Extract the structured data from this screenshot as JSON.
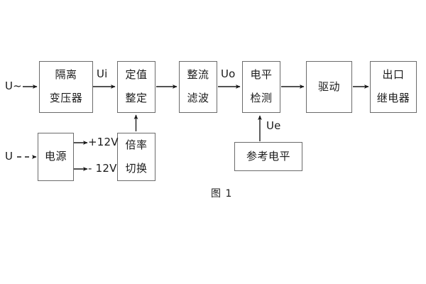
{
  "figure": {
    "caption": "图 1",
    "stroke_color": "#6b6b6b",
    "text_color": "#1a1a1a",
    "background": "#ffffff"
  },
  "blocks": [
    {
      "id": "isolation-transformer",
      "lines": [
        "隔离",
        "变压器"
      ]
    },
    {
      "id": "setting-value",
      "lines": [
        "定值",
        "整定"
      ]
    },
    {
      "id": "rectify-filter",
      "lines": [
        "整流",
        "滤波"
      ]
    },
    {
      "id": "level-detection",
      "lines": [
        "电平",
        "检测"
      ]
    },
    {
      "id": "drive",
      "lines": [
        "驱动"
      ]
    },
    {
      "id": "output-relay",
      "lines": [
        "出口",
        "继电器"
      ]
    },
    {
      "id": "power-supply",
      "lines": [
        "电源"
      ]
    },
    {
      "id": "ratio-switch",
      "lines": [
        "倍率",
        "切换"
      ]
    },
    {
      "id": "reference-level",
      "lines": [
        "参考电平"
      ]
    }
  ],
  "labels": {
    "input_ac": "U~",
    "input_dc": "U",
    "ui": "Ui",
    "uo": "Uo",
    "ue": "Ue",
    "rail_pos": "+12V",
    "rail_neg": "- 12V"
  }
}
